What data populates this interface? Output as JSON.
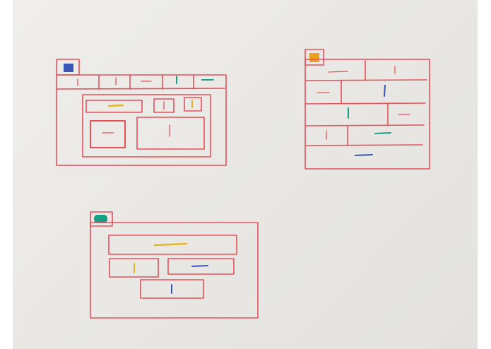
{
  "scene": {
    "subject": "whiteboard",
    "colors": {
      "board": "#ecebe7",
      "marker_red": "#e8505b",
      "marker_blue": "#3a55b4",
      "marker_yellow": "#e2b52a",
      "marker_green": "#16a085"
    },
    "wireframes": [
      {
        "name": "wireframe-top-left",
        "corner_square_color": "#3a55b4"
      },
      {
        "name": "wireframe-top-right",
        "corner_square_color": "#e6a21f"
      },
      {
        "name": "wireframe-bottom",
        "corner_square_color": "#16a085"
      }
    ]
  }
}
